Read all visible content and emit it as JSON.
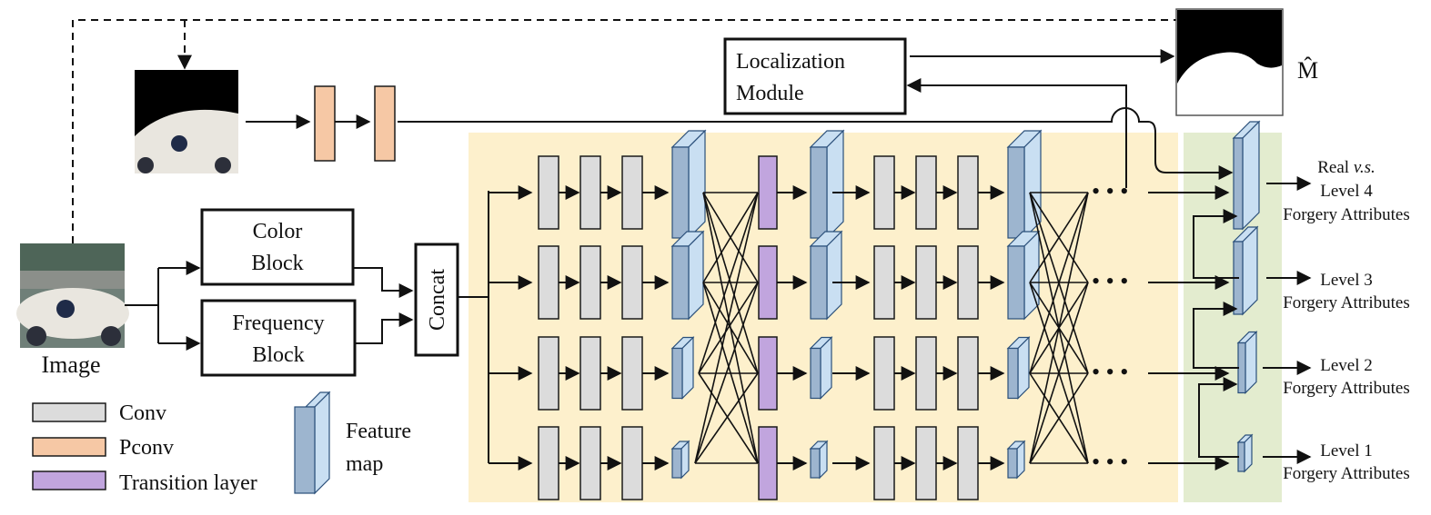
{
  "diagram": {
    "image_label": "Image",
    "color_block": [
      "Color",
      "Block"
    ],
    "frequency_block": [
      "Frequency",
      "Block"
    ],
    "concat_label": "Concat",
    "localization": [
      "Localization",
      "Module"
    ],
    "mask_label": "M̂",
    "outputs": [
      {
        "line1_prefix": "Real ",
        "line1_em": "v.s.",
        "line2": "Level 4",
        "line3": "Forgery Attributes"
      },
      {
        "line1_prefix": "",
        "line1_em": "",
        "line2": "Level 3",
        "line3": "Forgery Attributes"
      },
      {
        "line1_prefix": "",
        "line1_em": "",
        "line2": "Level 2",
        "line3": "Forgery Attributes"
      },
      {
        "line1_prefix": "",
        "line1_em": "",
        "line2": "Level 1",
        "line3": "Forgery Attributes"
      }
    ],
    "legend": {
      "conv": "Conv",
      "pconv": "Pconv",
      "transition": "Transition layer",
      "feature_map": [
        "Feature",
        "map"
      ]
    },
    "ellipsis": "• • •"
  },
  "colors": {
    "backbone_bg": "#fdf0cc",
    "head_bg": "#e3eccf",
    "conv": "#dcdcdc",
    "pconv": "#f6c8a5",
    "transition": "#c1a5de",
    "feature_front": "#9db5cf",
    "feature_side": "#c9dff2",
    "stroke": "#1a1a1a"
  }
}
